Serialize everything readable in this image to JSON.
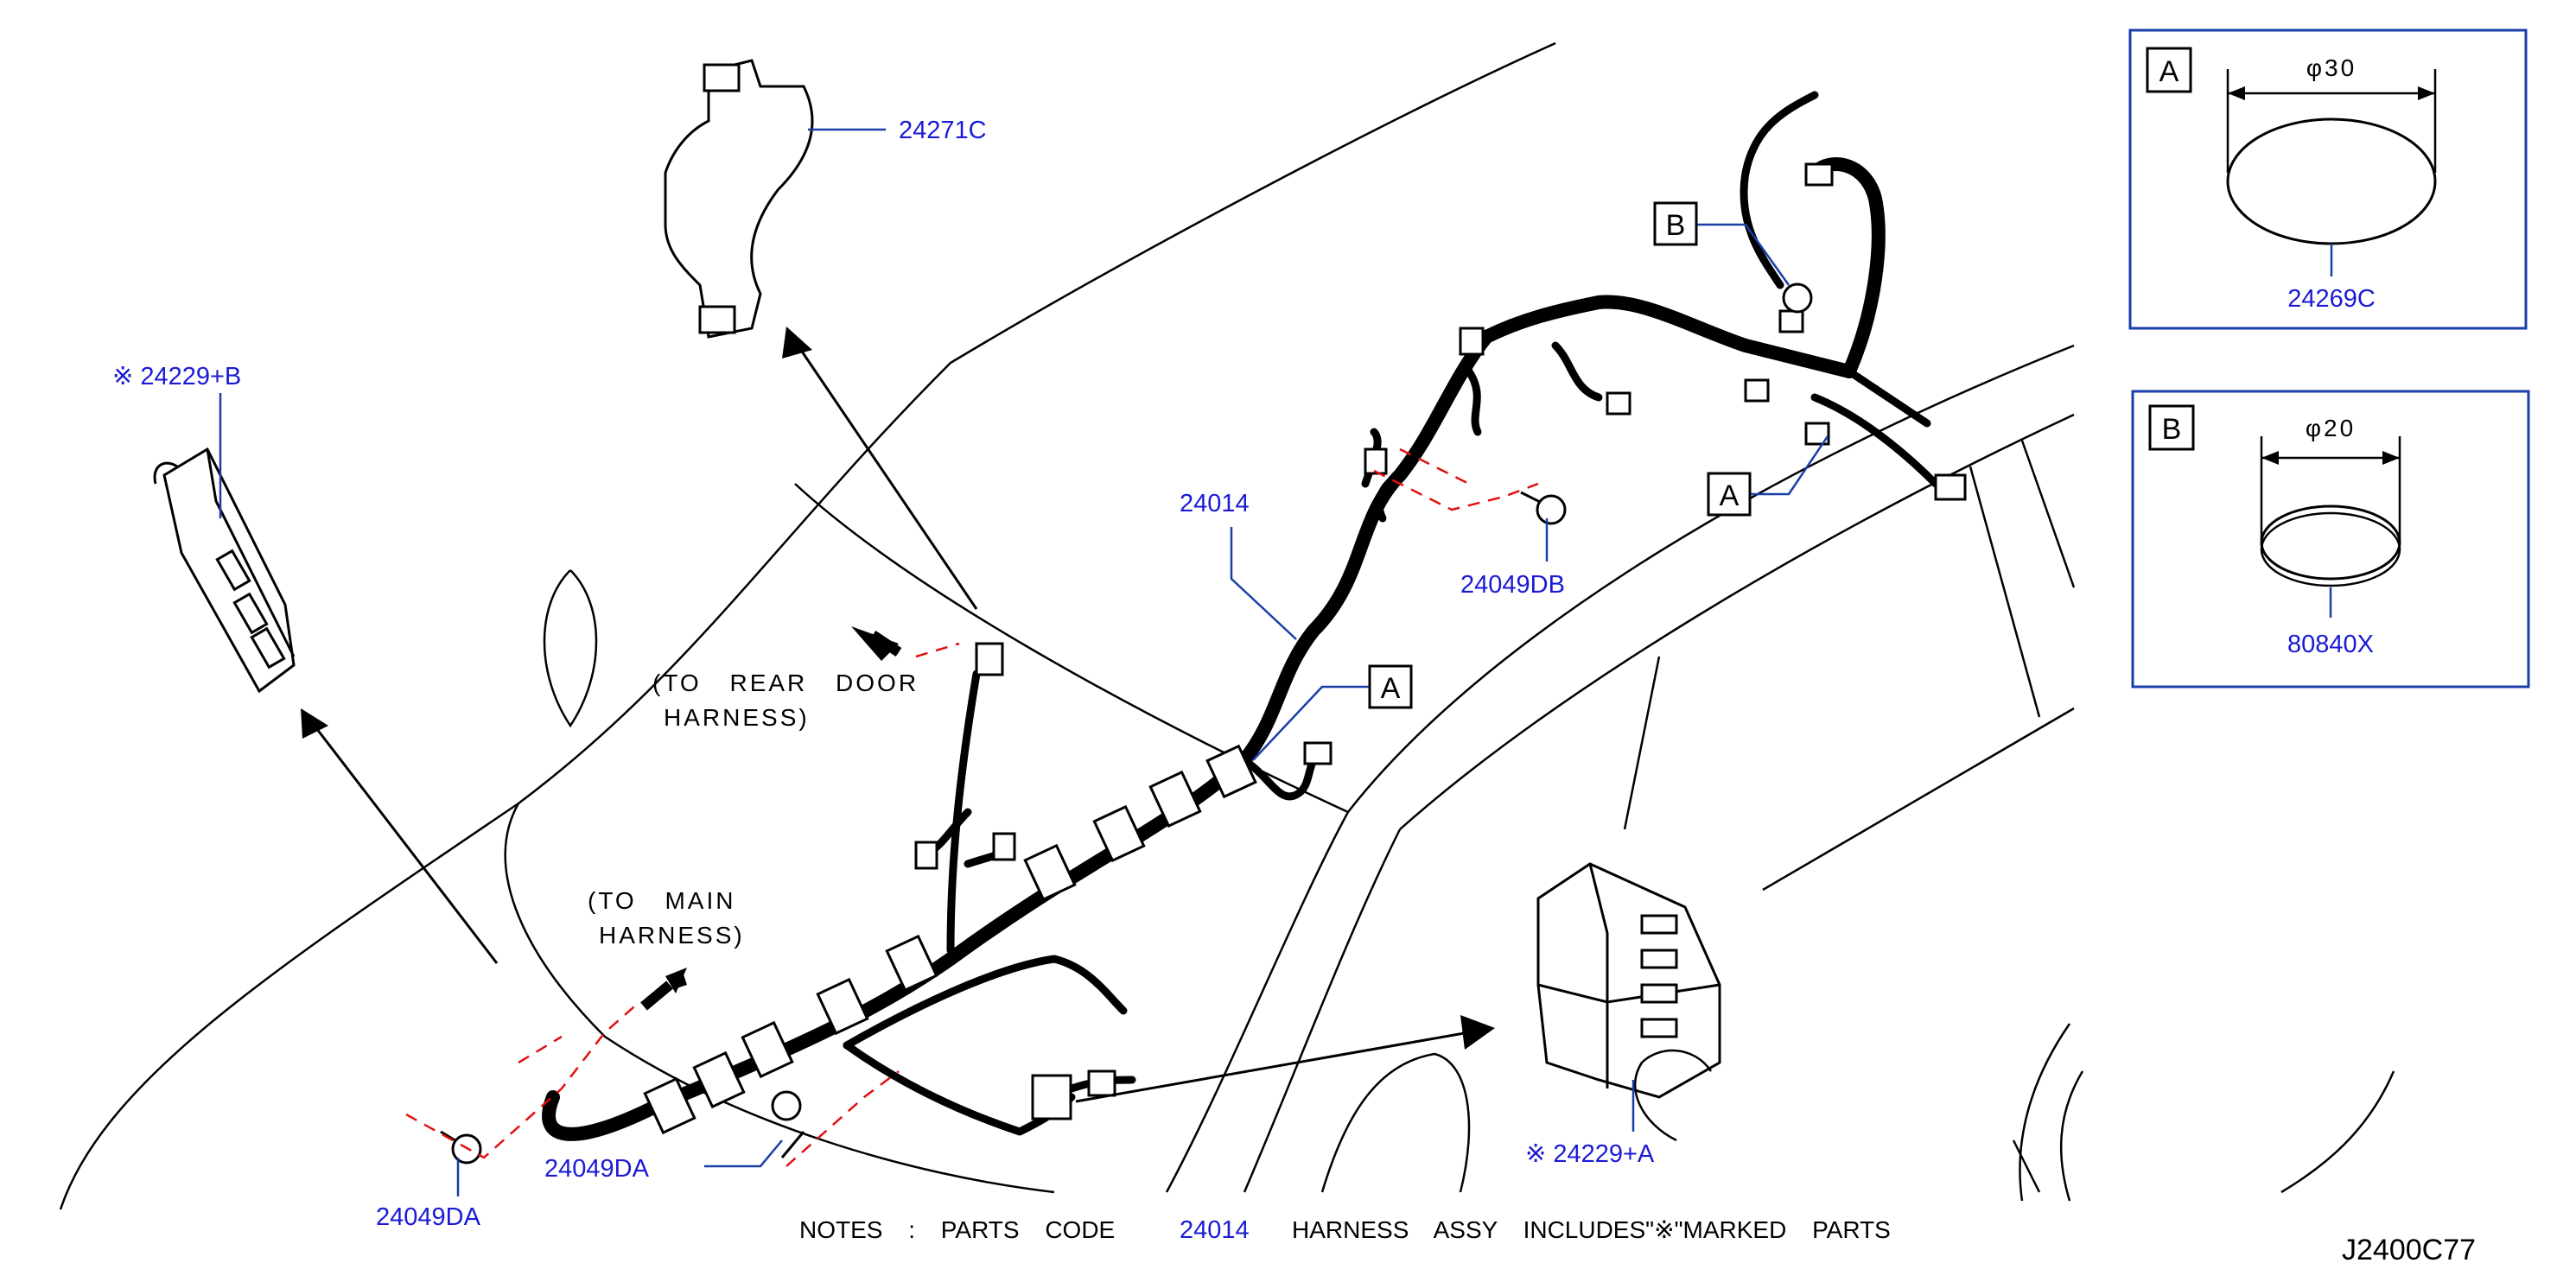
{
  "parts": {
    "p24271C": "24271C",
    "p24229B": "※ 24229+B",
    "p24014": "24014",
    "p24049DB": "24049DB",
    "p24049DA_left": "24049DA",
    "p24049DA_mid": "24049DA",
    "p24229A": "※ 24229+A",
    "p24269C": "24269C",
    "p80840X": "80840X"
  },
  "callouts": {
    "to_rear_door_1": "(TO REAR DOOR",
    "to_rear_door_2": "HARNESS)",
    "to_main_1": "(TO MAIN",
    "to_main_2": "HARNESS)"
  },
  "refs": {
    "b_top": "B",
    "a_right": "A",
    "a_mid": "A"
  },
  "details": {
    "a": {
      "letter": "A",
      "dim": "φ30",
      "part": "24269C"
    },
    "b": {
      "letter": "B",
      "dim": "φ20",
      "part": "80840X"
    }
  },
  "notes": {
    "prefix": "NOTES : PARTS CODE",
    "code": "24014",
    "suffix": "HARNESS ASSY INCLUDES\"※\"MARKED PARTS"
  },
  "drawing_code": "J2400C77"
}
